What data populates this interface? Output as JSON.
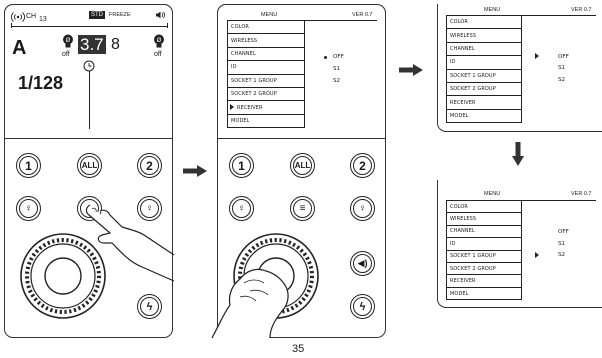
{
  "device1": {
    "ch_label": "CH",
    "ch_value": "13",
    "std_badge": "STD",
    "freeze_label": "FREEZE",
    "group_letter": "A",
    "off_left": "off",
    "off_right": "off",
    "value_selected": "3.7",
    "value_next": "8",
    "shutter": "1/128",
    "buttons": [
      "1",
      "ALL",
      "2"
    ]
  },
  "device2": {
    "buttons": [
      "1",
      "ALL",
      "2"
    ]
  },
  "menu": {
    "title": "MENU",
    "version": "VER 0.7",
    "items": [
      "COLOR",
      "WIRELESS",
      "CHANNEL",
      "ID",
      "SOCKET 1 GROUP",
      "SOCKET 2 GROUP",
      "RECEIVER",
      "MODEL"
    ],
    "options": [
      "OFF",
      "S1",
      "S2"
    ]
  },
  "page_number": "35"
}
